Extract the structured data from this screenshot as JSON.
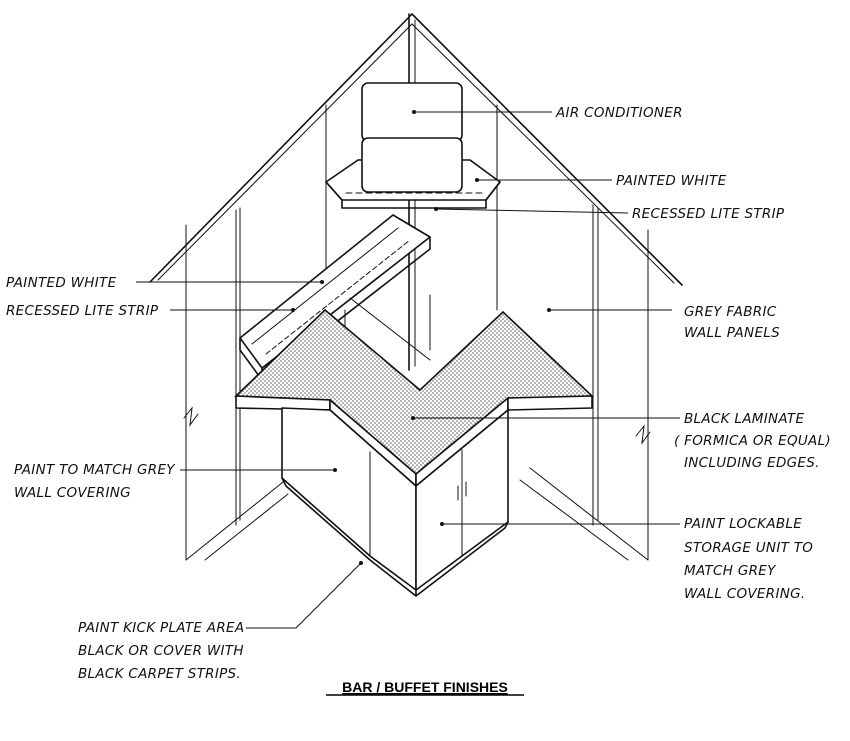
{
  "caption": "BAR / BUFFET FINISHES",
  "labels": {
    "air_conditioner": "AIR CONDITIONER",
    "painted_white_right": "PAINTED WHITE",
    "recessed_lite_strip_right": "RECESSED LITE STRIP",
    "painted_white_left": "PAINTED WHITE",
    "recessed_lite_strip_left": "RECESSED LITE STRIP",
    "grey_fabric_1": "GREY FABRIC",
    "grey_fabric_2": "WALL PANELS",
    "black_laminate_1": "BLACK LAMINATE",
    "black_laminate_2": "( FORMICA OR EQUAL)",
    "black_laminate_3": "INCLUDING EDGES.",
    "paint_match_1": "PAINT TO MATCH GREY",
    "paint_match_2": "WALL COVERING",
    "lockable_1": "PAINT LOCKABLE",
    "lockable_2": "STORAGE UNIT TO",
    "lockable_3": "MATCH GREY",
    "lockable_4": "WALL COVERING.",
    "kick_1": "PAINT KICK PLATE AREA",
    "kick_2": "BLACK OR COVER WITH",
    "kick_3": "BLACK CARPET STRIPS."
  },
  "colors": {
    "ink": "#111111",
    "paper": "#ffffff",
    "laminate_stipple": "#555555"
  }
}
